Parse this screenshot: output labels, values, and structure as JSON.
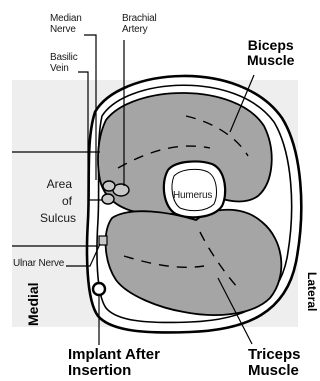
{
  "labels": {
    "median_nerve": [
      "Median",
      "Nerve"
    ],
    "brachial_artery": [
      "Brachial",
      "Artery"
    ],
    "basilic_vein": [
      "Basilic",
      "Vein"
    ],
    "biceps_muscle": [
      "Biceps",
      "Muscle"
    ],
    "area_of_sulcus": [
      "Area",
      "of",
      "Sulcus"
    ],
    "humerus": "Humerus",
    "ulnar_nerve": "Ulnar Nerve",
    "medial": "Medial",
    "lateral": "Lateral",
    "implant_after_insertion": [
      "Implant After",
      "Insertion"
    ],
    "triceps_muscle": [
      "Triceps",
      "Muscle"
    ]
  },
  "colors": {
    "muscle": "#a5a5a5",
    "background_panel": "#eeeeee",
    "outline": "#000000",
    "bone": "#ffffff"
  }
}
